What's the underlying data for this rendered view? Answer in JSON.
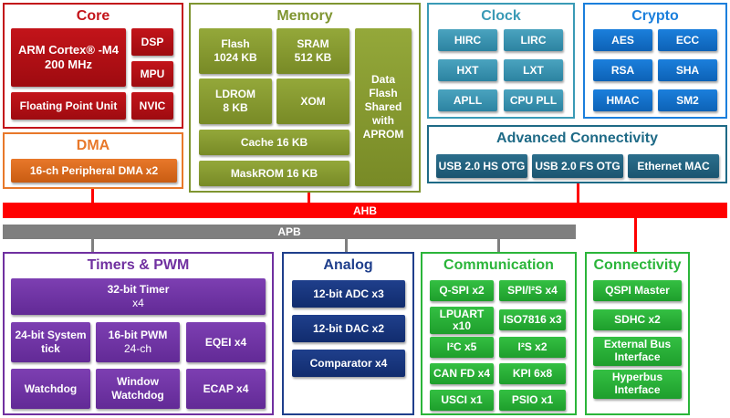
{
  "core": {
    "title": "Core",
    "cpu_line1": "ARM Cortex® -M4",
    "cpu_line2": "200 MHz",
    "fpu": "Floating Point Unit",
    "dsp": "DSP",
    "mpu": "MPU",
    "nvic": "NVIC"
  },
  "dma": {
    "title": "DMA",
    "block": "16-ch Peripheral DMA x2"
  },
  "memory": {
    "title": "Memory",
    "flash_l1": "Flash",
    "flash_l2": "1024 KB",
    "sram_l1": "SRAM",
    "sram_l2": "512 KB",
    "ldrom_l1": "LDROM",
    "ldrom_l2": "8 KB",
    "xom": "XOM",
    "cache": "Cache 16 KB",
    "maskrom": "MaskROM 16 KB",
    "dataflash": [
      "Data",
      "Flash",
      "Shared",
      "with",
      "APROM"
    ]
  },
  "clock": {
    "title": "Clock",
    "items": [
      "HIRC",
      "LIRC",
      "HXT",
      "LXT",
      "APLL",
      "CPU PLL"
    ]
  },
  "crypto": {
    "title": "Crypto",
    "items": [
      "AES",
      "ECC",
      "RSA",
      "SHA",
      "HMAC",
      "SM2"
    ]
  },
  "adv": {
    "title": "Advanced Connectivity",
    "items": [
      "USB 2.0 HS OTG",
      "USB 2.0 FS OTG",
      "Ethernet MAC"
    ]
  },
  "bus": {
    "ahb": "AHB",
    "apb": "APB"
  },
  "timers": {
    "title": "Timers & PWM",
    "timer32_l1": "32-bit Timer",
    "timer32_l2": "x4",
    "systick_l1": "24-bit System",
    "systick_l2": "tick",
    "pwm_l1": "16-bit PWM",
    "pwm_l2": "24-ch",
    "eqei": "EQEI x4",
    "watchdog": "Watchdog",
    "wwdt_l1": "Window",
    "wwdt_l2": "Watchdog",
    "ecap": "ECAP x4"
  },
  "analog": {
    "title": "Analog",
    "items": [
      "12-bit ADC x3",
      "12-bit DAC x2",
      "Comparator x4"
    ]
  },
  "comm": {
    "title": "Communication",
    "qspi": "Q-SPI x2",
    "spi": "SPI/I²S x4",
    "lpuart_l1": "LPUART",
    "lpuart_l2": "x10",
    "iso": "ISO7816 x3",
    "i2c": "I²C x5",
    "i2s": "I²S x2",
    "can": "CAN FD x4",
    "kpi": "KPI 6x8",
    "usci": "USCI x1",
    "psio": "PSIO x1"
  },
  "conn": {
    "title": "Connectivity",
    "qspim": "QSPI Master",
    "sdhc": "SDHC x2",
    "ebi_l1": "External Bus",
    "ebi_l2": "Interface",
    "hyper_l1": "Hyperbus",
    "hyper_l2": "Interface"
  },
  "colors": {
    "core": "#c3141a",
    "dma": "#e8782a",
    "memory": "#7f9530",
    "clock": "#3a9ab6",
    "crypto": "#1b7fdc",
    "adv": "#1e6a86",
    "ahb": "#ff0000",
    "apb": "#7f7f7f",
    "timers": "#7030a0",
    "analog": "#1f3f8c",
    "comm": "#2bb53a"
  }
}
